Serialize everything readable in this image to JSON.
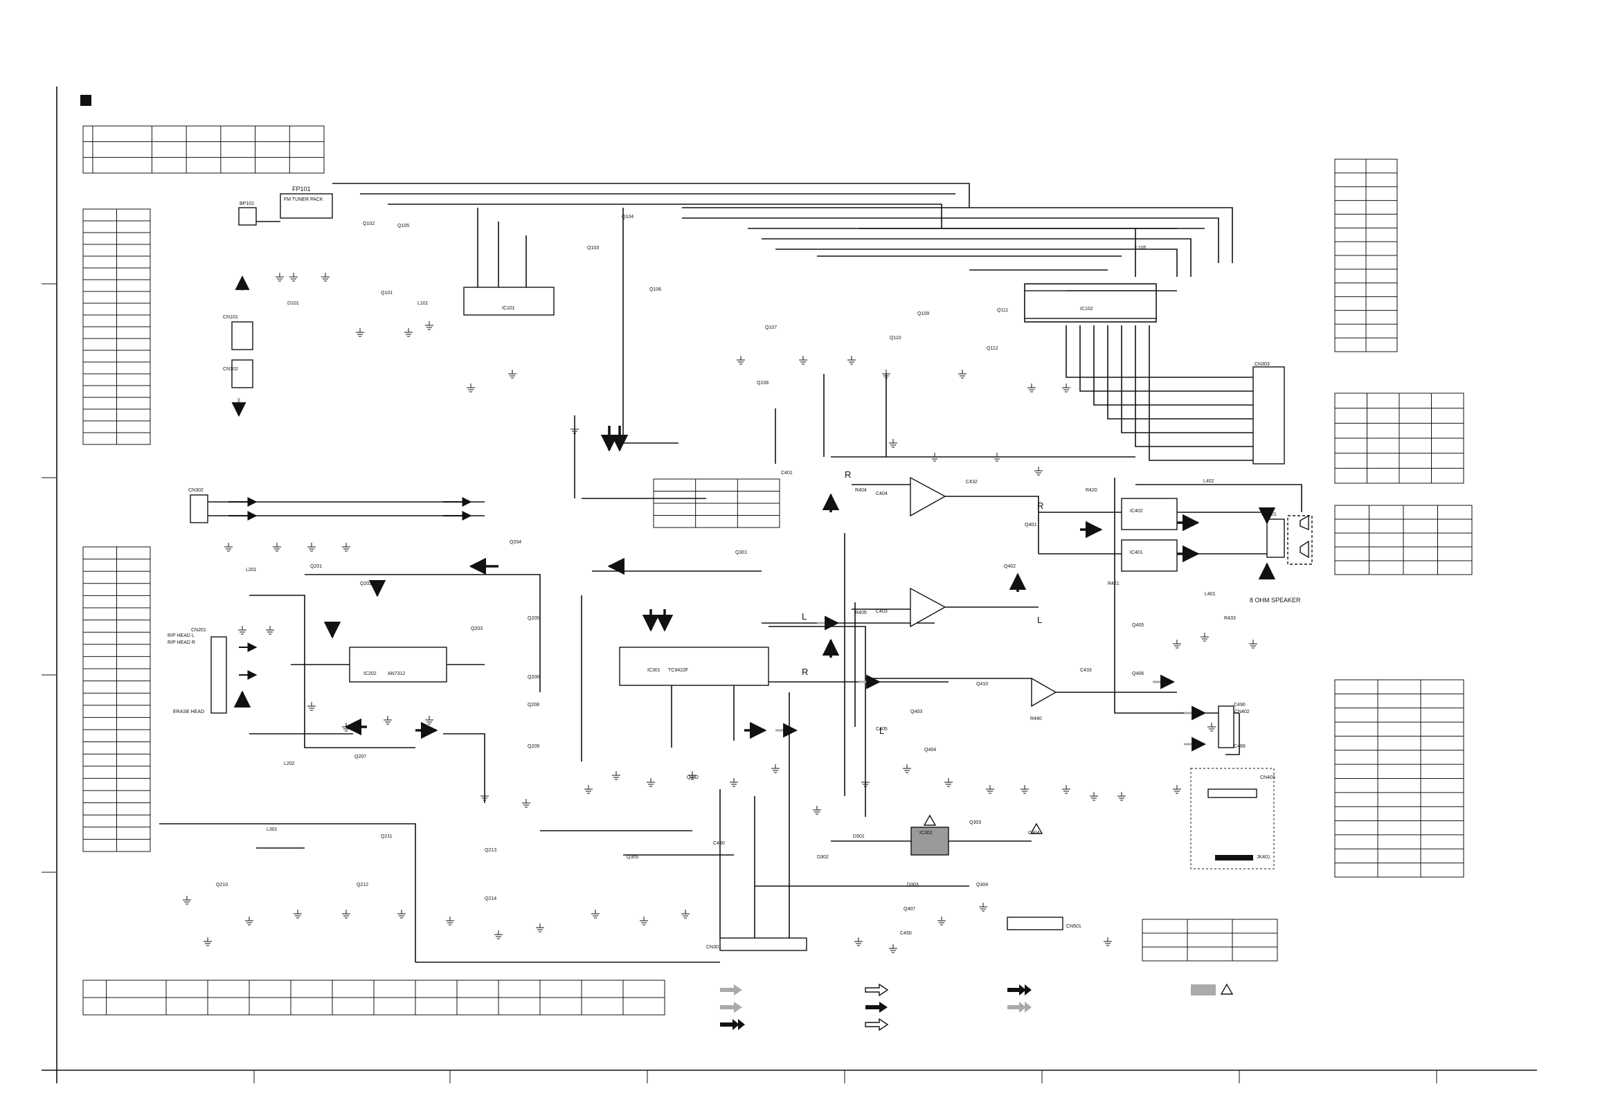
{
  "frame": {
    "corner_marker": "square-marker"
  },
  "labels": {
    "fm_front": "FP101",
    "fm_tuner_pack": "FM TUNER PACK",
    "bp101": "BP101",
    "cn101": "CN101",
    "cn102": "CN102",
    "cn302": "CN302",
    "cn201": "CN201",
    "rp_head_l": "R/P HEAD L",
    "rp_head_r": "R/P HEAD R",
    "erase_head": "ERASE HEAD",
    "cn301": "CN301",
    "cn303": "CN303",
    "cn401": "CN401",
    "cn402": "CN402",
    "cn403": "CN403",
    "cn501": "CN501",
    "jk401": "JK401",
    "ic101": "IC101",
    "ic102": "IC102",
    "ic202": "IC202",
    "ic202_part": "AN7312",
    "ic301": "IC301",
    "ic301_part": "TC9422F",
    "ic302": "IC302",
    "ic402": "IC402",
    "ic401": "IC401",
    "speaker": "8 OHM SPEAKER",
    "channel_r": "R",
    "channel_l": "L",
    "l101": "L101",
    "l105": "L105",
    "l201": "L201",
    "l202": "L202",
    "l301": "L301",
    "l401": "L401",
    "l402": "L402",
    "c304": "C304",
    "c401": "C401",
    "c403": "C403",
    "c404": "C404",
    "c405": "C405",
    "c432": "C432",
    "c433": "C433",
    "c436": "C436",
    "c450": "C450",
    "c480": "C480",
    "c489": "C489",
    "c490": "C490",
    "q101": "Q101",
    "q102": "Q102",
    "q103": "Q103",
    "q104": "Q104",
    "q105": "Q105",
    "q106": "Q106",
    "q107": "Q107",
    "q108": "Q108",
    "q109": "Q109",
    "q110": "Q110",
    "q111": "Q111",
    "q112": "Q112",
    "q201": "Q201",
    "q202": "Q202",
    "q203": "Q203",
    "q204": "Q204",
    "q205": "Q205",
    "q206": "Q206",
    "q207": "Q207",
    "q208": "Q208",
    "q209": "Q209",
    "q210": "Q210",
    "q211": "Q211",
    "q212": "Q212",
    "q213": "Q213",
    "q214": "Q214",
    "q301": "Q301",
    "q302": "Q302",
    "q303": "Q303",
    "q304": "Q304",
    "q305": "Q305",
    "q401": "Q401",
    "q402": "Q402",
    "q403": "Q403",
    "q404": "Q404",
    "q405": "Q405",
    "q406": "Q406",
    "q407": "Q407",
    "q410": "Q410",
    "d101": "D101",
    "d301": "D301",
    "d302": "D302",
    "d303": "D303",
    "r404": "R404",
    "r405": "R405",
    "r420": "R420",
    "r421": "R421",
    "r433": "R433",
    "r440": "R440"
  },
  "tables": {
    "top_left": {
      "rows": 3,
      "cols": 7
    },
    "left_1": {
      "rows": 20,
      "cols": 2
    },
    "left_2": {
      "rows": 25,
      "cols": 2
    },
    "bottom": {
      "rows": 2,
      "cols": 14
    },
    "right_1": {
      "rows": 14,
      "cols": 2
    },
    "right_2": {
      "rows": 6,
      "cols": 4
    },
    "right_3": {
      "rows": 5,
      "cols": 4
    },
    "right_4": {
      "rows": 14,
      "cols": 3
    },
    "mid_small": {
      "rows": 4,
      "cols": 3
    },
    "bottom_right_small": {
      "rows": 3,
      "cols": 3
    }
  },
  "legend": {
    "symbols": [
      "grey-arrow",
      "hollow-arrow",
      "double-black-arrow",
      "grey-arrow-2",
      "black-arrow",
      "double-grey-arrow",
      "double-black-arrow-2",
      "hollow-arrow-2"
    ],
    "warning_symbol": "warning-triangle-icon"
  },
  "colors": {
    "ink": "#111111",
    "grey_signal": "#aaaaaa",
    "ic_fill": "#9a9a9a"
  }
}
